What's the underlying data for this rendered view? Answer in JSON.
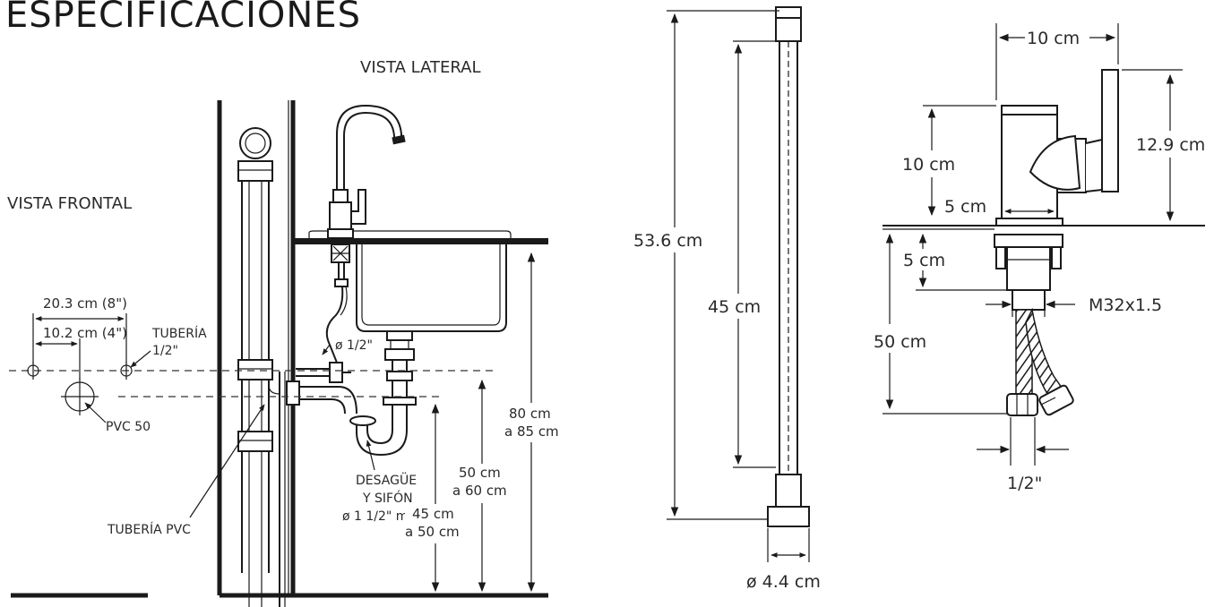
{
  "title": "ESPECIFICACIONES",
  "views": {
    "lateral": "VISTA LATERAL",
    "frontal": "VISTA FRONTAL"
  },
  "left_diagram": {
    "dim_20_3": "20.3 cm (8\")",
    "dim_10_2": "10.2 cm (4\")",
    "tuberia_half_1": "TUBERÍA",
    "tuberia_half_2": "1/2\"",
    "pvc_50": "PVC 50",
    "diameter_half": "ø 1/2\"",
    "desague_1": "DESAGÜE",
    "desague_2": "Y SIFÓN",
    "desague_3": "ø 1 1/2\" min",
    "tuberia_pvc": "TUBERÍA PVC",
    "dim_80_1": "80 cm",
    "dim_80_2": "a 85 cm",
    "dim_50_1": "50 cm",
    "dim_50_2": "a 60 cm",
    "dim_45_1": "45 cm",
    "dim_45_2": "a 50 cm"
  },
  "hose_diagram": {
    "total_length": "53.6 cm",
    "inner_length": "45 cm",
    "diameter": "ø 4.4 cm"
  },
  "faucet_diagram": {
    "width_top": "10 cm",
    "height_body": "10 cm",
    "height_lever": "12.9 cm",
    "base_width": "5 cm",
    "shank_height": "5 cm",
    "thread": "M32x1.5",
    "hose_length": "50 cm",
    "connection": "1/2\""
  }
}
